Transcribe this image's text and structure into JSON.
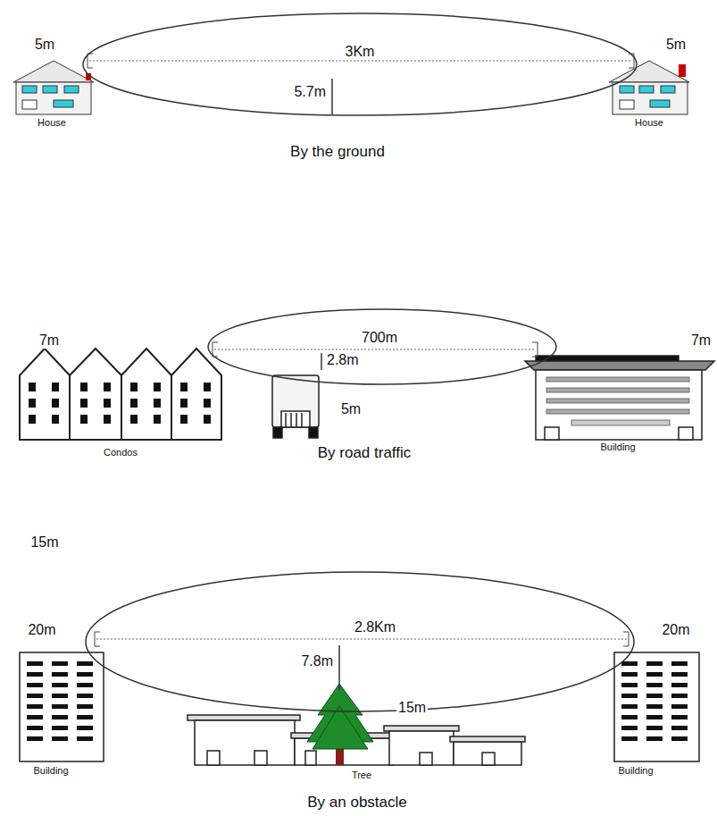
{
  "diagram": {
    "labels": [
      "5m",
      "3Km",
      "5m",
      "5.7m",
      "House",
      "House",
      "By the ground",
      "7m",
      "700m",
      "7m",
      "2.8m",
      "5m",
      "By road traffic",
      "Condos",
      "Building",
      "15m",
      "20m",
      "2.8Km",
      "20m",
      "7.8m",
      "15m",
      "Building",
      "Tree",
      "Building",
      "By an obstacle"
    ]
  }
}
